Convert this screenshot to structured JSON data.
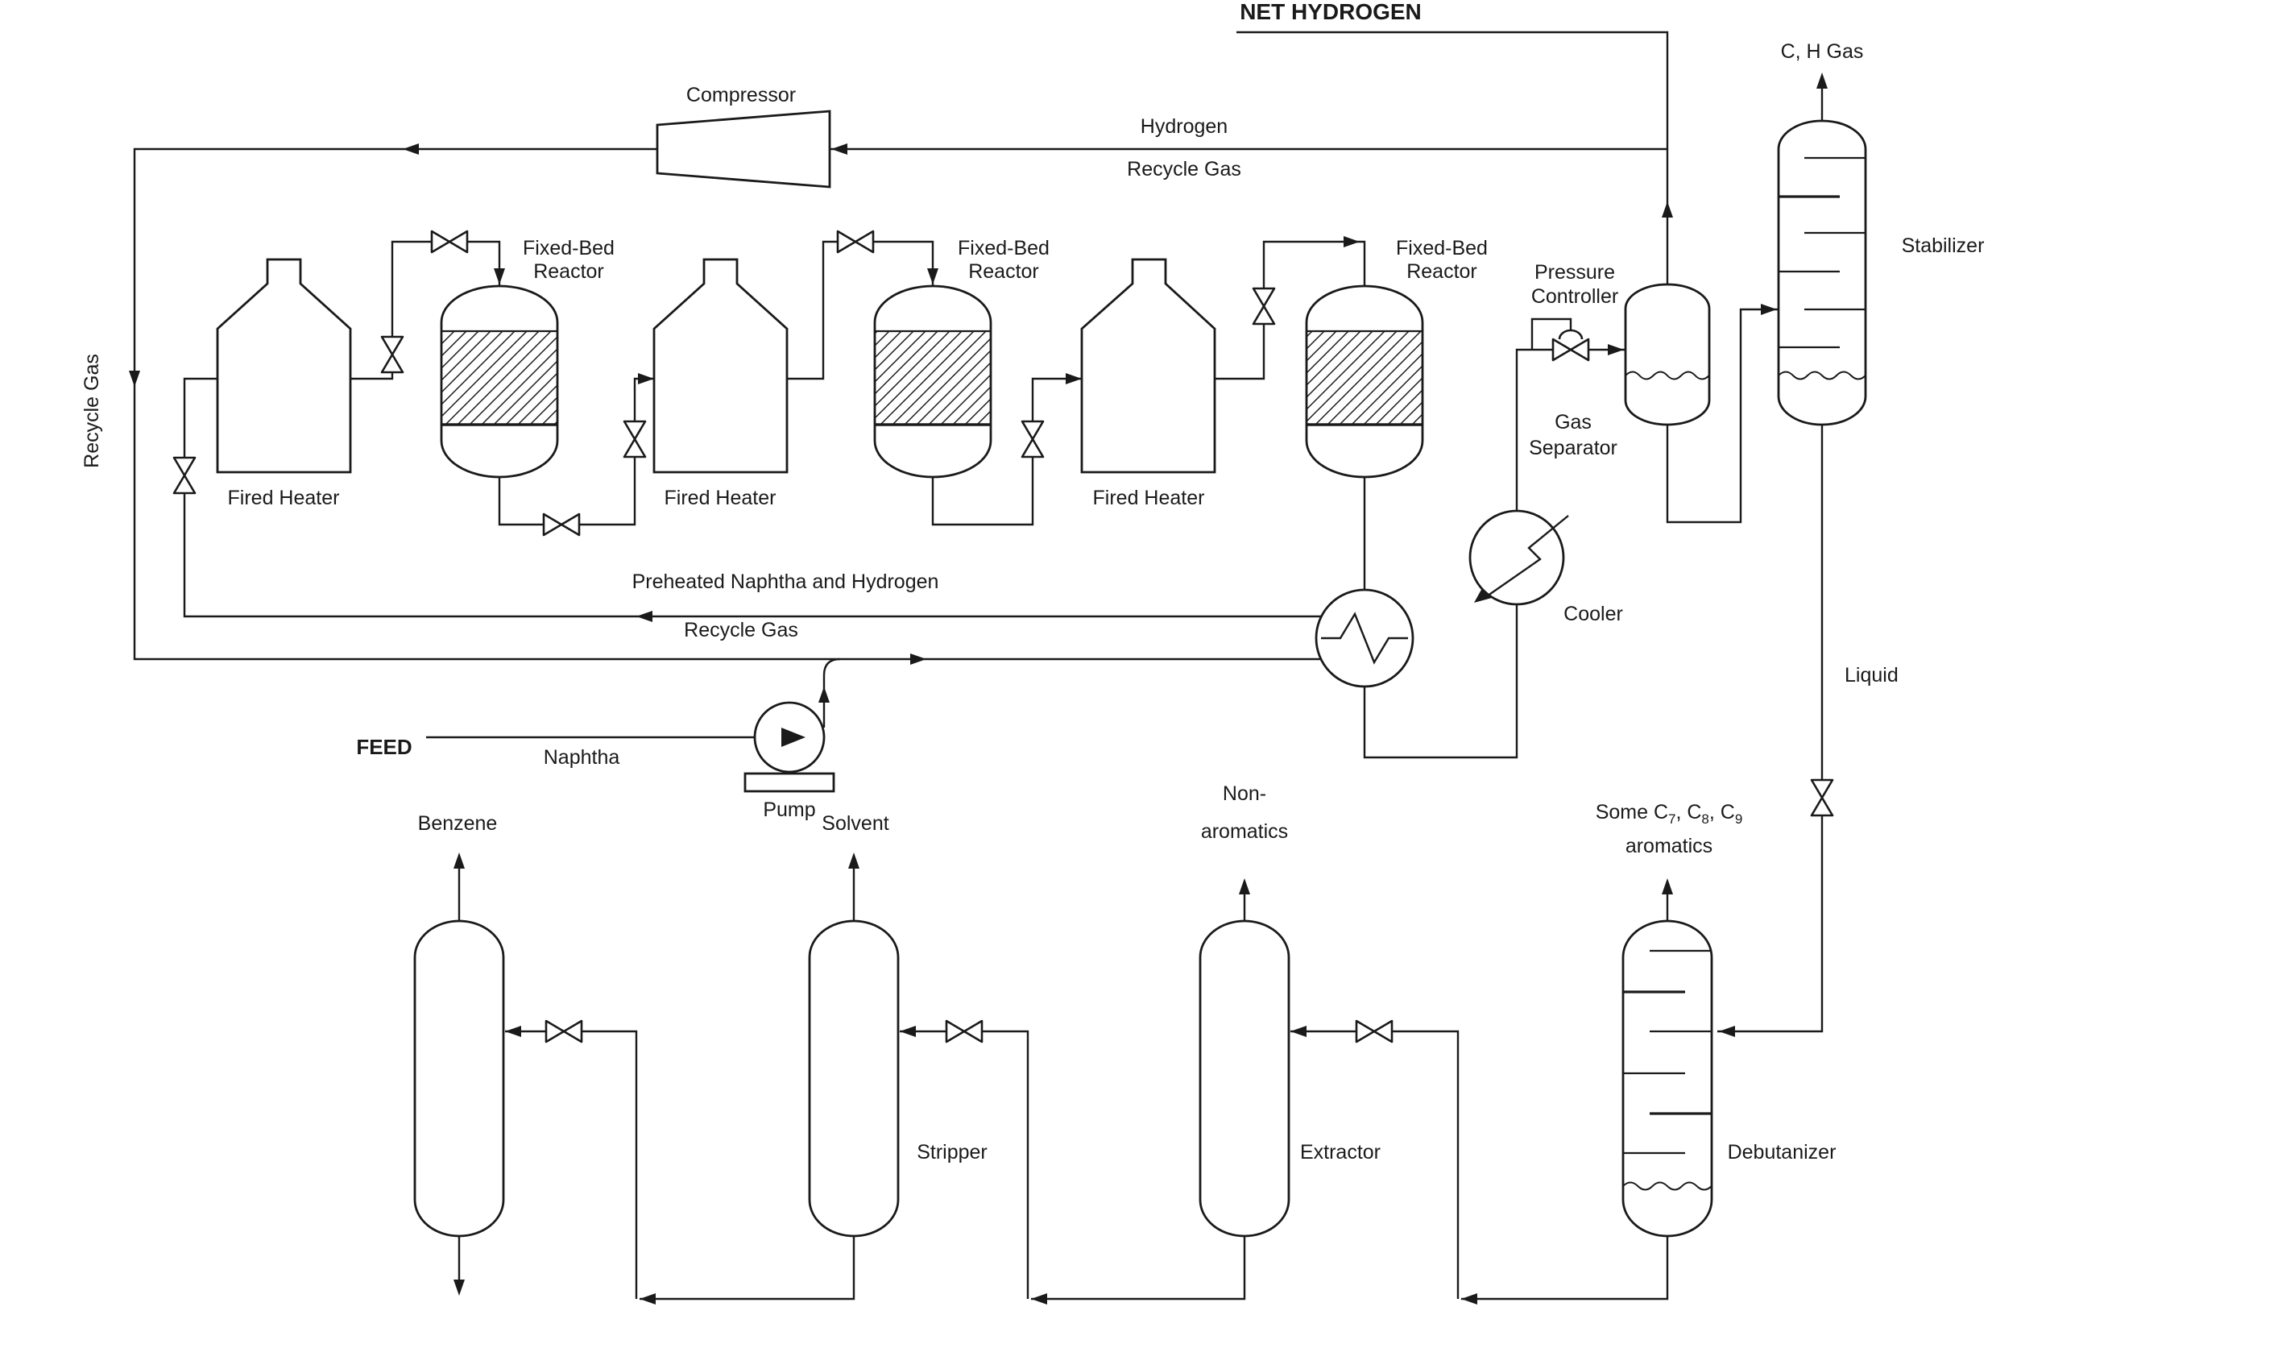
{
  "diagram": {
    "title": "NET HYDROGEN",
    "colors": {
      "line": "#1a1a1a",
      "background": "#ffffff"
    },
    "streams": {
      "net_hydrogen": "NET HYDROGEN",
      "hydrogen": "Hydrogen",
      "recycle_gas_top": "Recycle Gas",
      "recycle_gas_left": "Recycle Gas",
      "recycle_gas_mid": "Recycle Gas",
      "preheated_naphtha": "Preheated Naphtha and Hydrogen",
      "feed": "FEED",
      "naphtha": "Naphtha",
      "ch_gas": "C, H Gas",
      "liquid": "Liquid",
      "benzene": "Benzene",
      "solvent": "Solvent",
      "non_aromatics_line1": "Non-",
      "non_aromatics_line2": "aromatics",
      "some_aromatics": {
        "p1": "Some C",
        "s1": "7",
        "p2": ", C",
        "s2": "8",
        "p3": ", C",
        "s3": "9",
        "line2": "aromatics"
      }
    },
    "equipment": {
      "compressor": "Compressor",
      "fired_heater_1": "Fired Heater",
      "fired_heater_2": "Fired Heater",
      "fired_heater_3": "Fired Heater",
      "fixed_bed_reactor_1_line1": "Fixed-Bed",
      "fixed_bed_reactor_1_line2": "Reactor",
      "fixed_bed_reactor_2_line1": "Fixed-Bed",
      "fixed_bed_reactor_2_line2": "Reactor",
      "fixed_bed_reactor_3_line1": "Fixed-Bed",
      "fixed_bed_reactor_3_line2": "Reactor",
      "pump": "Pump",
      "cooler": "Cooler",
      "pressure_controller_line1": "Pressure",
      "pressure_controller_line2": "Controller",
      "gas_separator_line1": "Gas",
      "gas_separator_line2": "Separator",
      "stabilizer": "Stabilizer",
      "stripper": "Stripper",
      "extractor": "Extractor",
      "debutanizer": "Debutanizer"
    }
  }
}
